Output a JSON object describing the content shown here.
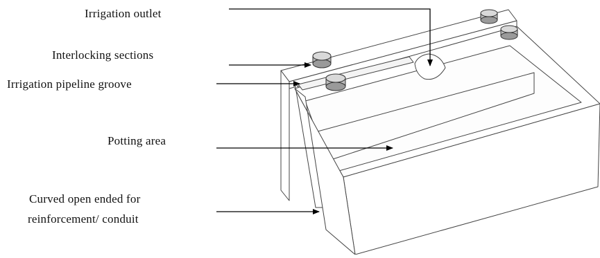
{
  "labels": {
    "irrigation_outlet": "Irrigation outlet",
    "interlocking_sections": "Interlocking sections",
    "irrigation_pipeline_groove": "Irrigation pipeline groove",
    "potting_area": "Potting area",
    "curved_open_ended_line1": "Curved open ended for",
    "curved_open_ended_line2": "reinforcement/ conduit"
  },
  "colors": {
    "outline": "#222222",
    "face": "#ffffff",
    "text": "#111111"
  }
}
